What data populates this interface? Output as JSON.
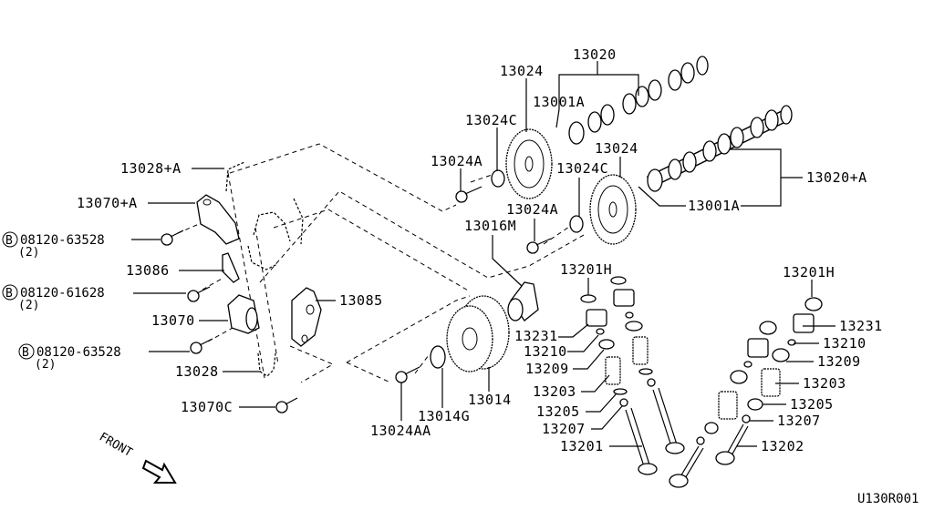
{
  "diagram": {
    "drawing_code": "U130R001",
    "front_label": "FRONT",
    "colors": {
      "ink": "#000000",
      "paper": "#ffffff"
    }
  },
  "labels": {
    "camshaft_intake": "13020",
    "camshaft_exhaust": "13020+A",
    "cam_dowel_upper": "13001A",
    "cam_dowel_lower": "13001A",
    "cam_sprocket_upper": "13024",
    "cam_sprocket_lower": "13024",
    "washer_upper": "13024C",
    "washer_lower": "13024C",
    "bolt_upper": "13024A",
    "bolt_lower": "13024A",
    "idler_shaft": "13016M",
    "chain_upper": "13028+A",
    "tensioner_upper": "13070+A",
    "bolt_b1_code": "08120-63528",
    "bolt_b1_qty": "(2)",
    "guide_13086": "13086",
    "bolt_b2_code": "08120-61628",
    "bolt_b2_qty": "(2)",
    "tensioner_13070": "13070",
    "bolt_b3_code": "08120-63528",
    "bolt_b3_qty": "(2)",
    "chain_lower": "13028",
    "bolt_13070c": "13070C",
    "guide_13085": "13085",
    "idler_gear": "13014",
    "idler_washer": "13014G",
    "idler_bolt": "13024AA",
    "shim_left": "13201H",
    "lifter_left": "13231",
    "collet_left": "13210",
    "retainer_left": "13209",
    "spring_left": "13203",
    "seat_left": "13205",
    "seal_left": "13207",
    "valve_intake": "13201",
    "shim_right": "13201H",
    "lifter_right": "13231",
    "collet_right": "13210",
    "retainer_right": "13209",
    "spring_right": "13203",
    "seat_right": "13205",
    "seal_right": "13207",
    "valve_exhaust": "13202",
    "b_marker": "B"
  }
}
